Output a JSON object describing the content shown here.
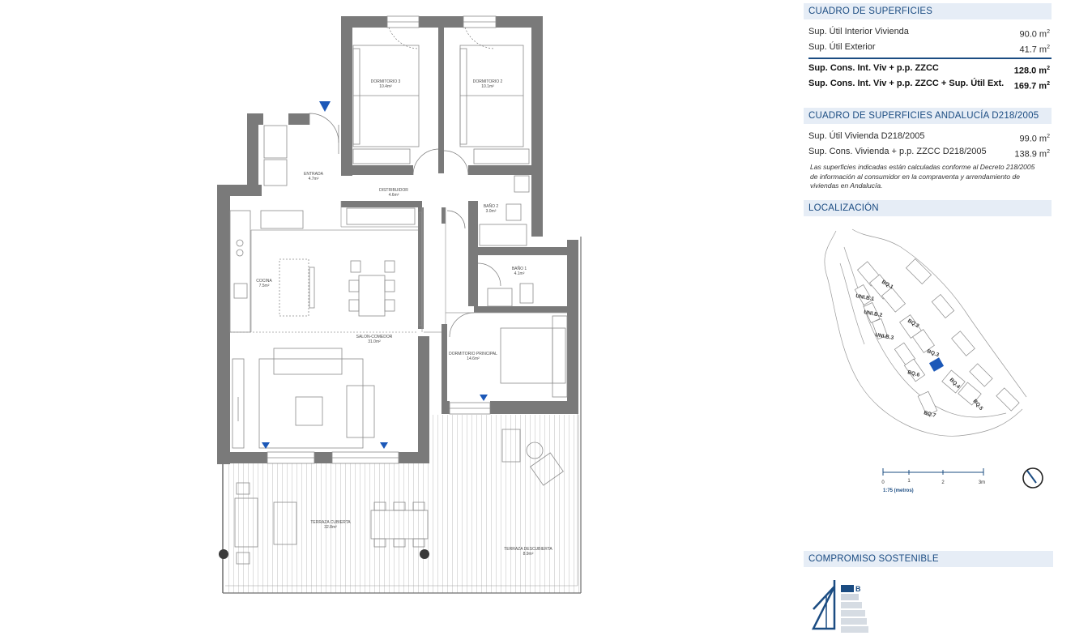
{
  "floor_plan": {
    "rooms": [
      {
        "id": "dormitorio-3",
        "name": "DORMITORIO 3",
        "area": "10.4m²"
      },
      {
        "id": "dormitorio-2",
        "name": "DORMITORIO 2",
        "area": "10.1m²"
      },
      {
        "id": "entrada",
        "name": "ENTRADA",
        "area": "4.7m²"
      },
      {
        "id": "distribuidor",
        "name": "DISTRIBUIDOR",
        "area": "4.6m²"
      },
      {
        "id": "bano-2",
        "name": "BAÑO 2",
        "area": "3.0m²"
      },
      {
        "id": "bano-1",
        "name": "BAÑO 1",
        "area": "4.1m²"
      },
      {
        "id": "cocina",
        "name": "COCINA",
        "area": "7.5m²"
      },
      {
        "id": "salon-comedor",
        "name": "SALON-COMEDOR",
        "area": "31.0m²"
      },
      {
        "id": "dormitorio-principal",
        "name": "DORMITORIO PRINCIPAL",
        "area": "14.6m²"
      },
      {
        "id": "terraza-cubierta",
        "name": "TERRAZA CUBIERTA",
        "area": "32.8m²"
      },
      {
        "id": "terraza-descubierta",
        "name": "TERRAZA DESCUBIERTA",
        "area": "8.9m²"
      }
    ],
    "colors": {
      "wall": "#7a7a7a",
      "accent": "#1b4c82",
      "marker": "#1c58b8"
    }
  },
  "superficies": {
    "title": "CUADRO DE SUPERFICIES",
    "rows": [
      {
        "label": "Sup. Útil Interior Vivienda",
        "value": "90.0 m",
        "unit_sup": "2"
      },
      {
        "label": "Sup. Útil Exterior",
        "value": "41.7 m",
        "unit_sup": "2"
      }
    ],
    "bold_rows": [
      {
        "label": "Sup. Cons. Int. Viv + p.p. ZZCC",
        "value": "128.0 m",
        "unit_sup": "2"
      },
      {
        "label": "Sup. Cons. Int. Viv + p.p. ZZCC + Sup. Útil Ext.",
        "value": "169.7 m",
        "unit_sup": "2"
      }
    ]
  },
  "andalucia": {
    "title": "CUADRO DE SUPERFICIES ANDALUCÍA D218/2005",
    "rows": [
      {
        "label": "Sup. Útil Vivienda D218/2005",
        "value": "99.0 m",
        "unit_sup": "2"
      },
      {
        "label": "Sup. Cons. Vivienda + p.p. ZZCC D218/2005",
        "value": "138.9 m",
        "unit_sup": "2"
      }
    ],
    "note": "Las superficies indicadas están calculadas conforme al Decreto 218/2005 de información al consumidor en la compraventa y arrendamiento de viviendas en Andalucía."
  },
  "localizacion": {
    "title": "LOCALIZACIÓN",
    "blocks": [
      "BQ.1",
      "BQ.2",
      "BQ.3",
      "BQ.4",
      "BQ.5",
      "BQ.6",
      "BQ.7",
      "UNI.B.1",
      "UNI.B.2",
      "UNI.B.3"
    ],
    "scale": {
      "ticks": [
        "0",
        "1",
        "2",
        "3m"
      ],
      "label": "1:75 (metros)"
    }
  },
  "sostenible": {
    "title": "COMPROMISO SOSTENIBLE",
    "rating": "B"
  }
}
